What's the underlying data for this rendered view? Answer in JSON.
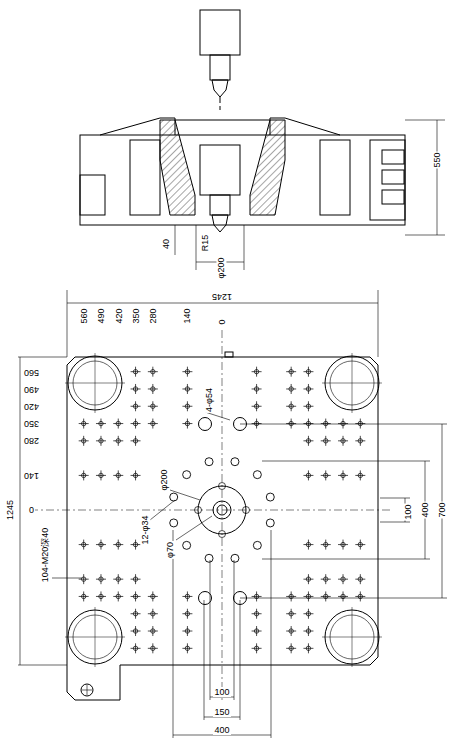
{
  "diagram": {
    "labels": [
      "550",
      "40",
      "R15",
      "φ200",
      "1245",
      "560",
      "490",
      "420",
      "350",
      "280",
      "140",
      "0",
      "560",
      "490",
      "420",
      "350",
      "280",
      "140",
      "0",
      "1245",
      "4-φ54",
      "φ200",
      "12-φ34",
      "φ70",
      "104-M20深40",
      "100",
      "400",
      "700",
      "100",
      "150",
      "400"
    ]
  }
}
